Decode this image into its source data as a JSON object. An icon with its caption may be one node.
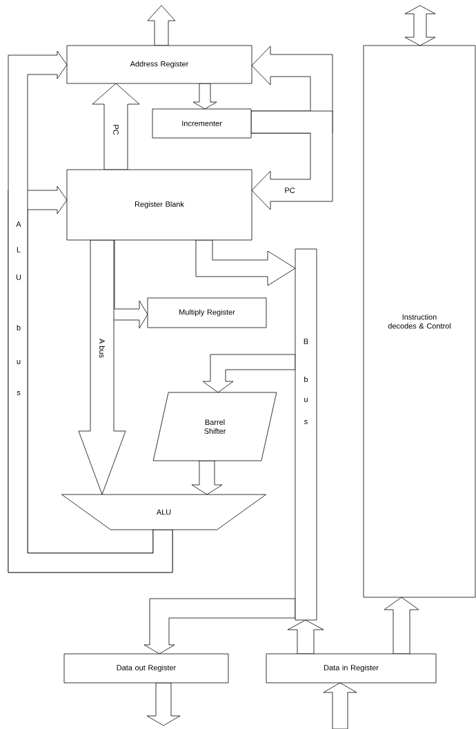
{
  "diagram": {
    "nodes": [
      {
        "text": [
          "Address Register"
        ]
      },
      {
        "text": [
          "Incrementer"
        ]
      },
      {
        "text": [
          "Register Blank"
        ]
      },
      {
        "text": [
          "Multiply Register"
        ]
      },
      {
        "text": [
          "Barrel Shifter"
        ]
      },
      {
        "text": [
          "ALU"
        ]
      },
      {
        "text": [
          "B",
          "b",
          "u",
          "s"
        ]
      },
      {
        "text": [
          "Instruction decodes & Control"
        ]
      },
      {
        "text": [
          "Data out Register"
        ]
      },
      {
        "text": [
          "Data in Register"
        ]
      }
    ],
    "edges": [
      {
        "from": 0,
        "to": null,
        "arrow": "to"
      },
      {
        "from": null,
        "to": 7,
        "arrow": "both"
      },
      {
        "from": 0,
        "to": 1,
        "arrow": "to"
      },
      {
        "from": 2,
        "to": 0,
        "arrow": "to",
        "label": "PC"
      },
      {
        "from": 1,
        "to": 0,
        "arrow": "to"
      },
      {
        "from": 1,
        "to": 2,
        "arrow": "to",
        "label": "PC"
      },
      {
        "from": 5,
        "to": 2,
        "arrow": "to"
      },
      {
        "from": 5,
        "to": 0,
        "arrow": "to"
      },
      {
        "from": 2,
        "to": 3,
        "arrow": "to"
      },
      {
        "from": 2,
        "to": 5,
        "arrow": "to",
        "label": "A bus"
      },
      {
        "from": 2,
        "to": 6,
        "arrow": "to"
      },
      {
        "from": 6,
        "to": 4,
        "arrow": "to"
      },
      {
        "from": 4,
        "to": 5,
        "arrow": "to"
      },
      {
        "from": 6,
        "to": 8,
        "arrow": "to"
      },
      {
        "from": 9,
        "to": 6,
        "arrow": "to"
      },
      {
        "from": 9,
        "to": 7,
        "arrow": "to"
      },
      {
        "from": 8,
        "to": null,
        "arrow": "to"
      },
      {
        "from": null,
        "to": 9,
        "arrow": "to"
      }
    ],
    "labels": [
      "A",
      "L",
      "U",
      "b",
      "u",
      "s"
    ]
  }
}
